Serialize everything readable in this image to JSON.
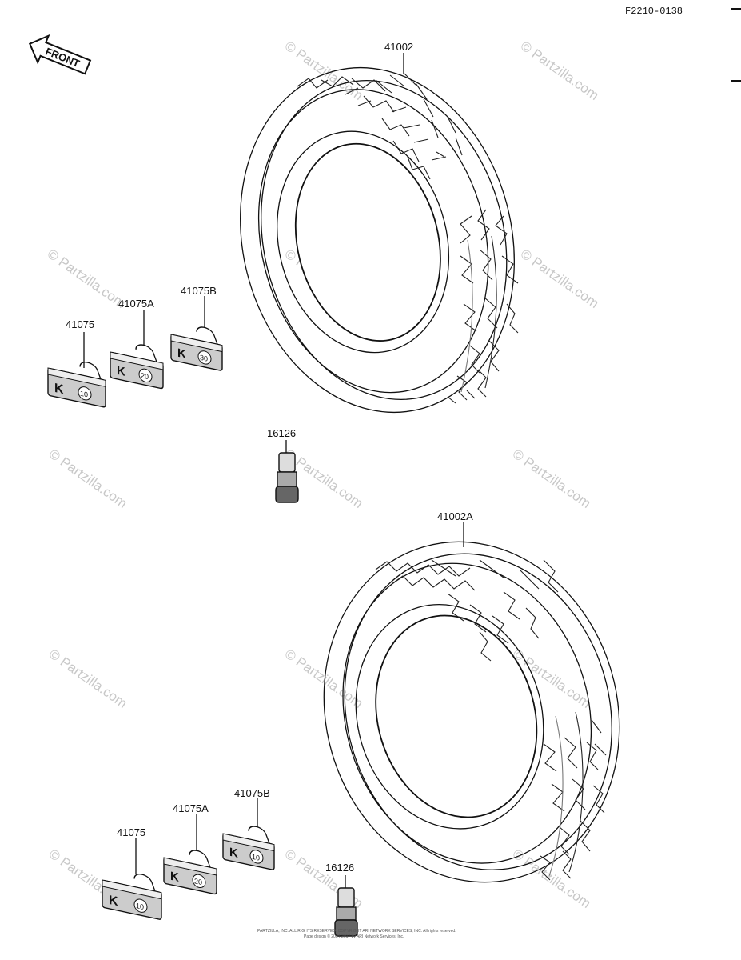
{
  "diagram_code": "F2210-0138",
  "front_label": "FRONT",
  "watermark": "© Partzilla.com",
  "footer": {
    "line1": "PARTZILLA, INC. ALL RIGHTS RESERVED. COPYRIGHT ARI NETWORK SERVICES, INC. All rights reserved.",
    "line2": "Page design © 2004-2017 by ARI Network Services, Inc."
  },
  "parts": {
    "tire_upper": "41002",
    "tire_lower": "41002A",
    "weight_a_upper": "41075",
    "weight_b_upper": "41075A",
    "weight_c_upper": "41075B",
    "valve_upper": "16126",
    "weight_a_lower": "41075",
    "weight_b_lower": "41075A",
    "weight_c_lower": "41075B",
    "valve_lower": "16126"
  },
  "weight_marks": {
    "upper_a": "10",
    "upper_b": "20",
    "upper_c": "30",
    "lower_a": "10",
    "lower_b": "20",
    "lower_c": "10"
  }
}
